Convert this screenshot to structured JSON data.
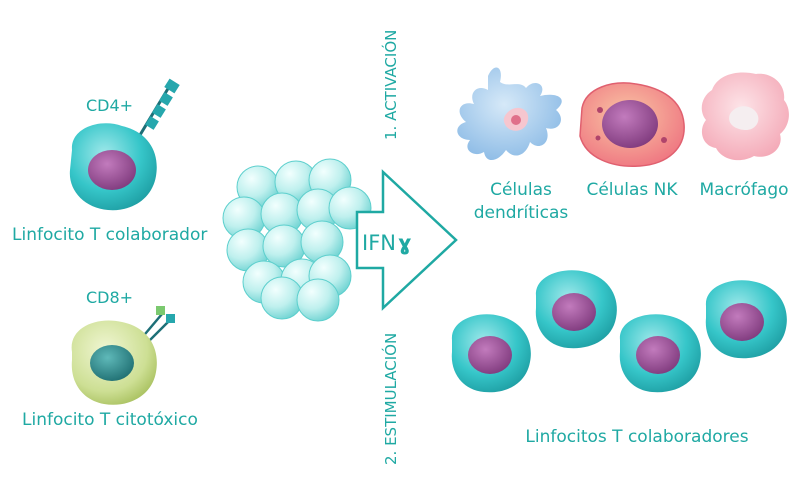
{
  "left": {
    "cd4_label": "CD4+",
    "helper_label": "Linfocito T colaborador",
    "cd8_label": "CD8+",
    "cytotoxic_label": "Linfocito T citotóxico"
  },
  "center": {
    "arrow_label": "IFN",
    "gamma_symbol": "ɣ",
    "step1_label": "1. ACTIVACIÓN",
    "step2_label": "2. ESTIMULACIÓN"
  },
  "top_right": {
    "dendritic_line1": "Células",
    "dendritic_line2": "dendríticas",
    "nk_label": "Células NK",
    "macrophage_label": "Macrófago"
  },
  "bottom_right": {
    "helpers_label": "Linfocitos T colaboradores"
  },
  "colors": {
    "text": "#1fa9a3",
    "tcell": "#36c6c9",
    "nucleus": "#9b4d97",
    "cytotoxic_body": "#cddf94",
    "cytotoxic_nucleus": "#2f8f91",
    "dendritic": "#9bc6ea",
    "nk_body": "#f07c86",
    "macrophage": "#f7b5c0",
    "ifn_sphere": "#bff0ee"
  }
}
